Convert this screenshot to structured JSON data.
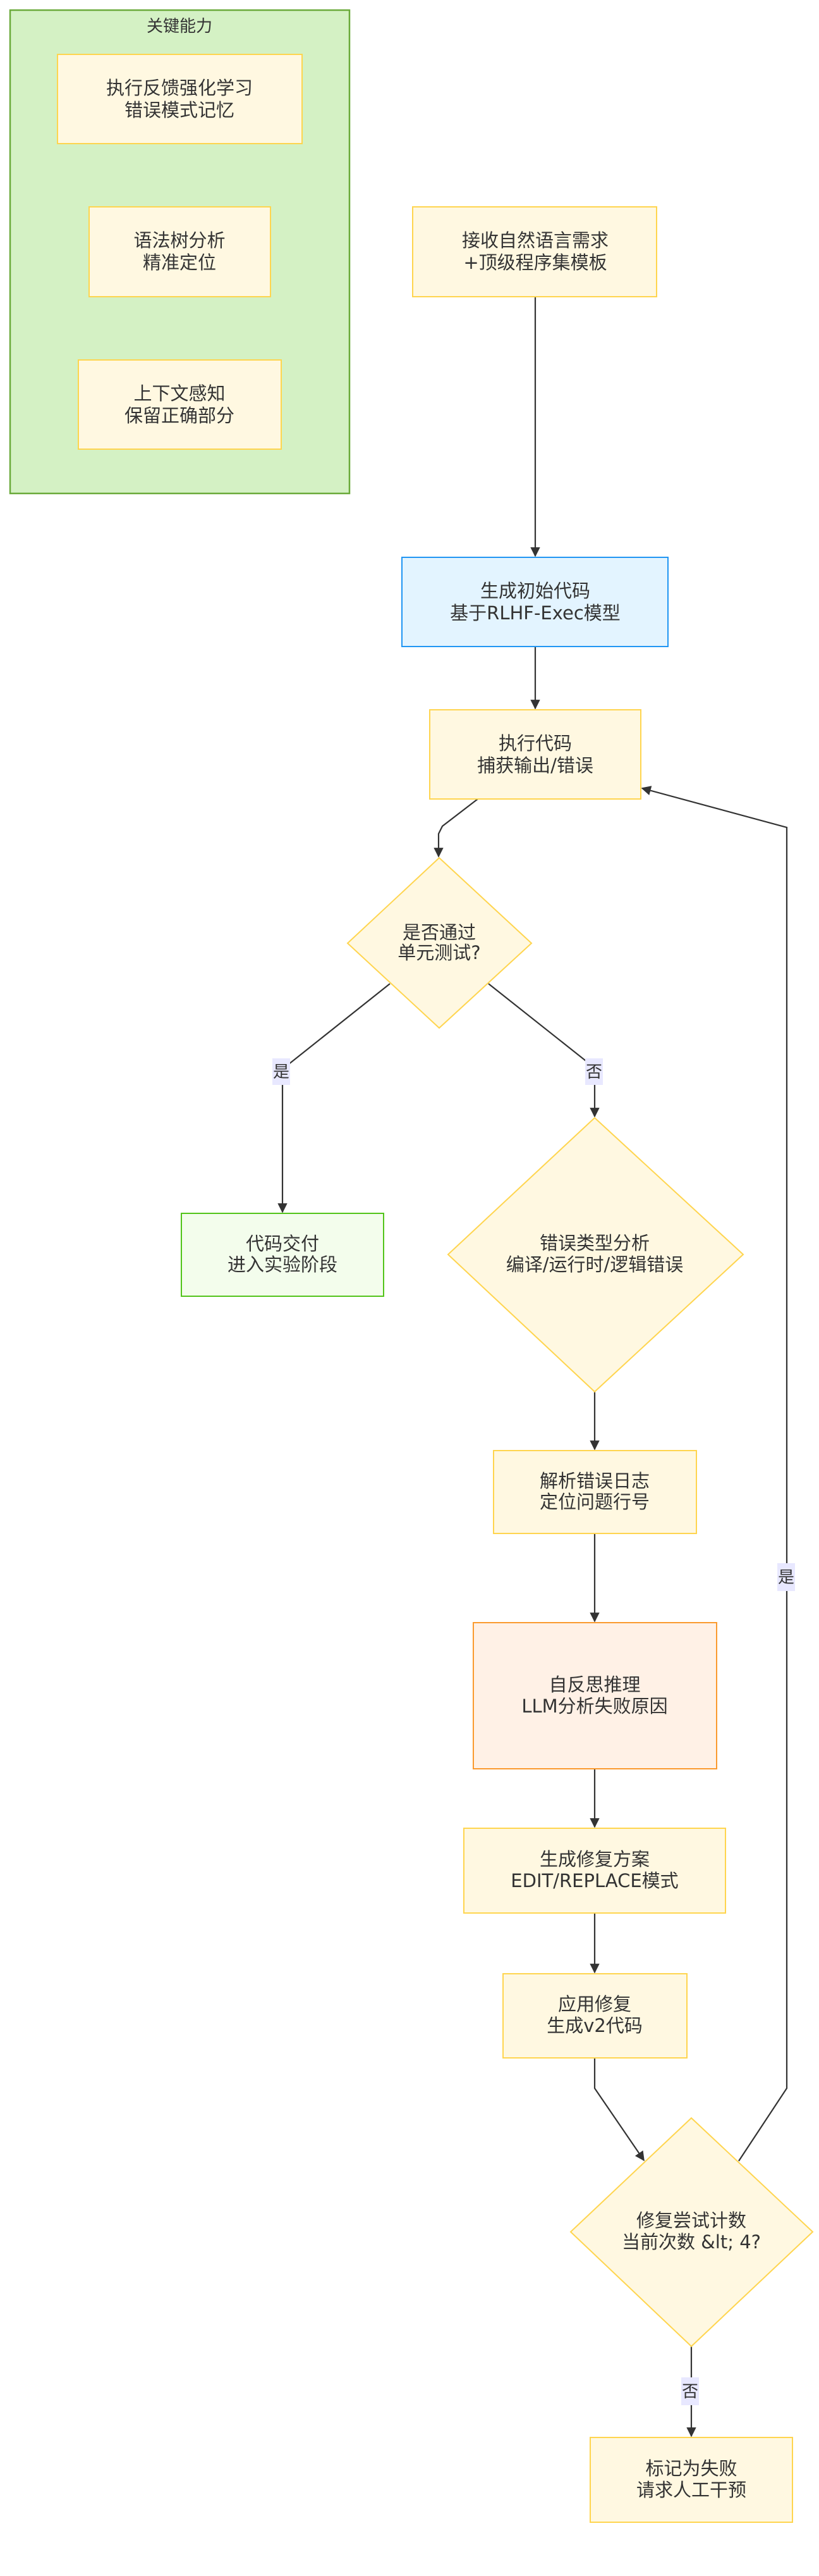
{
  "colors": {
    "default_fill": "#fff8e1",
    "default_stroke": "#ffd54f",
    "blue_fill": "#e3f4ff",
    "blue_stroke": "#2196f3",
    "green_fill": "#f3fdec",
    "green_stroke": "#52c41a",
    "orange_fill": "#fff1e6",
    "orange_stroke": "#fa9a2e",
    "group_fill": "#d4f1c4",
    "group_stroke": "#6aaa3a",
    "edge": "#333333",
    "edge_label_bg": "#e8e8ff"
  },
  "group": {
    "title": "关键能力",
    "items": [
      {
        "line1": "执行反馈强化学习",
        "line2": "错误模式记忆"
      },
      {
        "line1": "语法树分析",
        "line2": "精准定位"
      },
      {
        "line1": "上下文感知",
        "line2": "保留正确部分"
      }
    ]
  },
  "nodes": {
    "input": {
      "line1": "接收自然语言需求",
      "line2": "+顶级程序集模板"
    },
    "generate": {
      "line1": "生成初始代码",
      "line2": "基于RLHF-Exec模型"
    },
    "execute": {
      "line1": "执行代码",
      "line2": "捕获输出/错误"
    },
    "test": {
      "line1": "是否通过",
      "line2": "单元测试?"
    },
    "deliver": {
      "line1": "代码交付",
      "line2": "进入实验阶段"
    },
    "error_type": {
      "line1": "错误类型分析",
      "line2": "编译/运行时/逻辑错误"
    },
    "parse_log": {
      "line1": "解析错误日志",
      "line2": "定位问题行号"
    },
    "reflect": {
      "line1": "自反思推理",
      "line2": "LLM分析失败原因"
    },
    "fix_plan": {
      "line1": "生成修复方案",
      "line2": "EDIT/REPLACE模式"
    },
    "apply_fix": {
      "line1": "应用修复",
      "line2": "生成v2代码"
    },
    "retry_count": {
      "line1": "修复尝试计数",
      "line2": "当前次数 &lt; 4?"
    },
    "fail": {
      "line1": "标记为失败",
      "line2": "请求人工干预"
    }
  },
  "edge_labels": {
    "test_yes": "是",
    "test_no": "否",
    "retry_yes": "是",
    "retry_no": "否"
  }
}
